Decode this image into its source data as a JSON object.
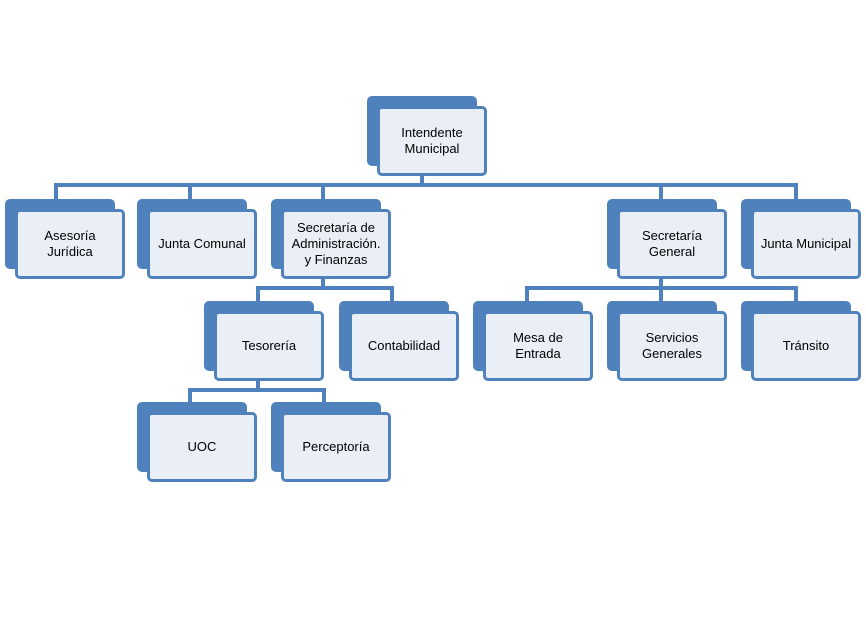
{
  "org_chart": {
    "root": "Intendente Municipal",
    "level1": [
      "Asesoría Jurídica",
      "Junta Comunal",
      "Secretaría de Administración. y Finanzas",
      "Secretaría General",
      "Junta Municipal"
    ],
    "finanzas_children": [
      "Tesorería",
      "Contabilidad"
    ],
    "tesoreria_children": [
      "UOC",
      "Perceptoría"
    ],
    "general_children": [
      "Mesa de Entrada",
      "Servicios Generales",
      "Tránsito"
    ]
  },
  "colors": {
    "node_border": "#4f81bd",
    "node_fill": "#eaeff7",
    "connector": "#4f81bd"
  }
}
